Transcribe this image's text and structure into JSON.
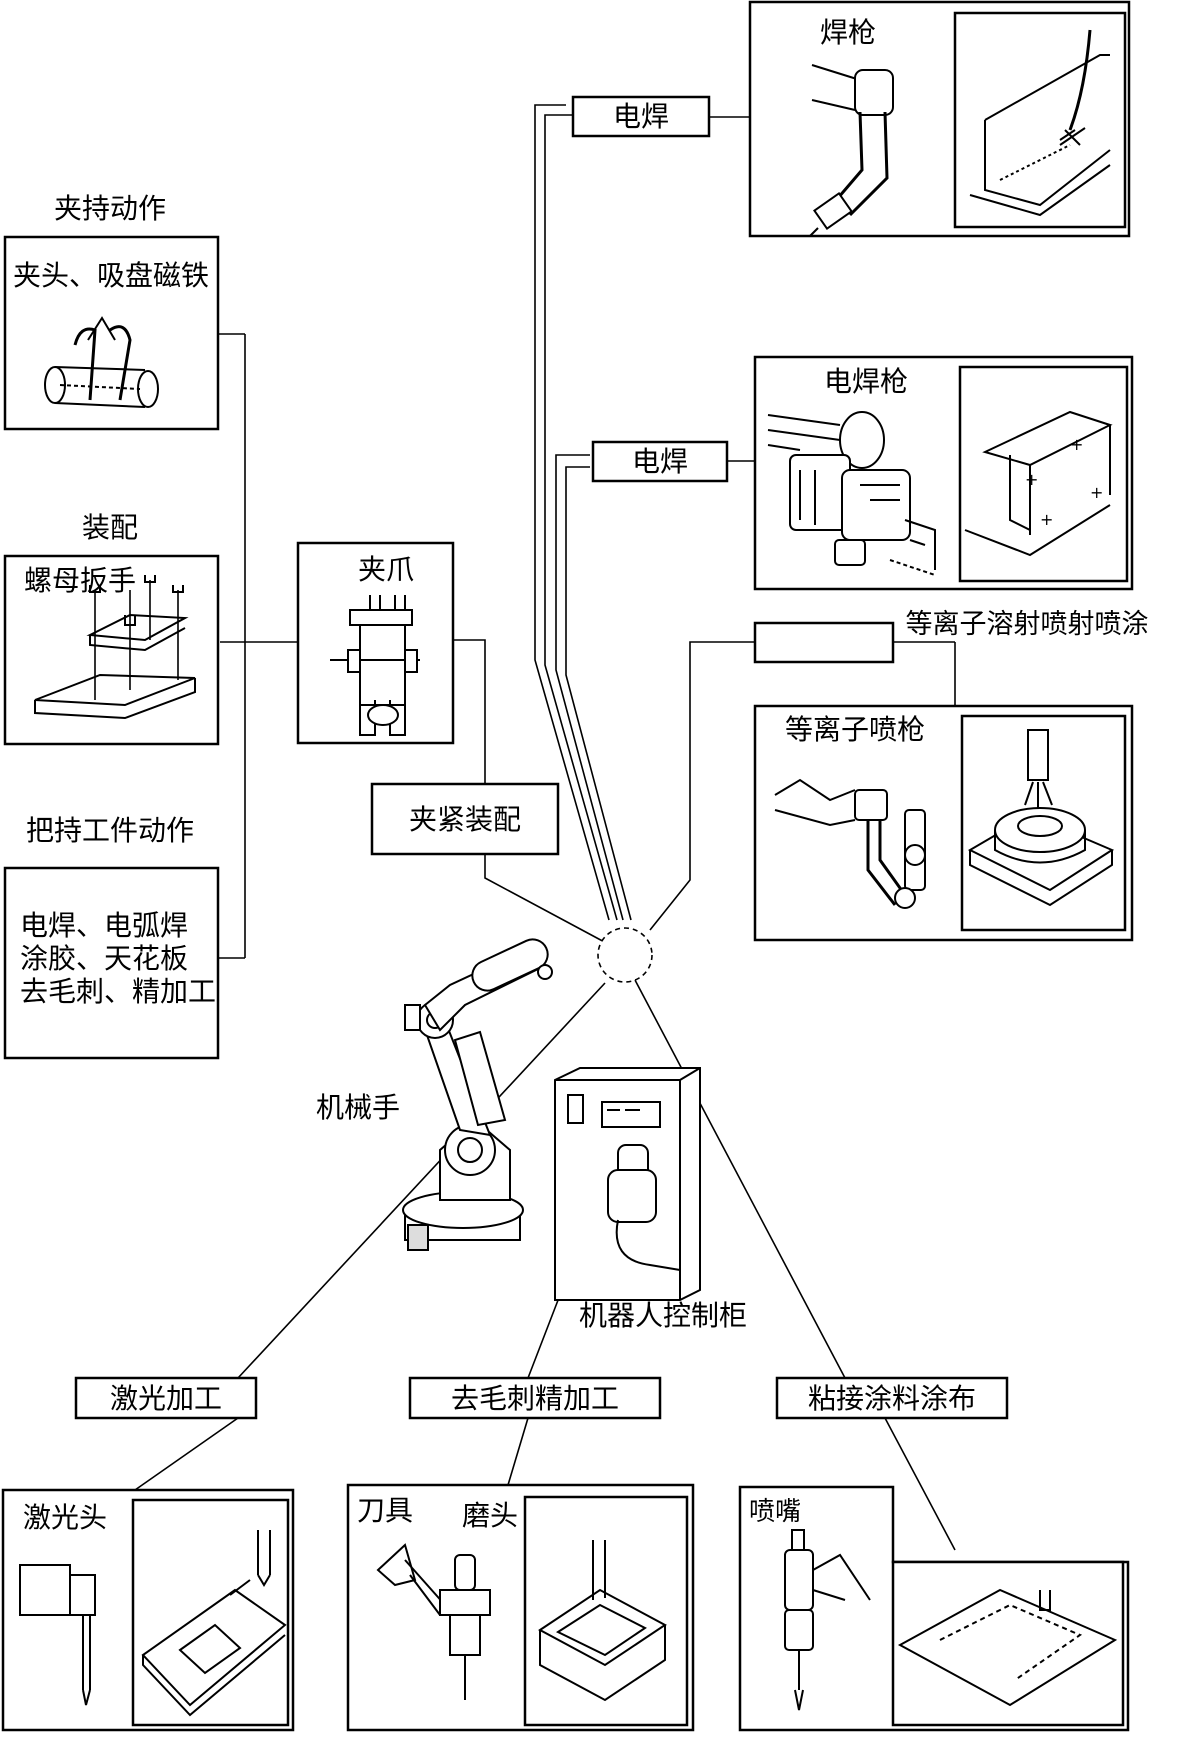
{
  "top_weld": {
    "label": "电焊",
    "tool": "焊枪"
  },
  "spot_weld": {
    "label": "电焊",
    "tool": "电焊枪"
  },
  "plasma": {
    "label": "等离子溶射喷射喷涂",
    "box_text": "",
    "tool": "等离子喷枪"
  },
  "left": {
    "grip": {
      "title": "夹持动作",
      "text": "夹头、吸盘磁铁"
    },
    "assembly": {
      "title": "装配",
      "text": "螺母扳手"
    },
    "hold": {
      "title": "把持工件动作",
      "lines": [
        "电焊、电弧焊",
        "涂胶、天花板",
        "去毛刺、精加工"
      ]
    }
  },
  "gripper": {
    "title": "夹爪",
    "label": "夹紧装配"
  },
  "robot": {
    "label": "机械手"
  },
  "cabinet": {
    "label": "机器人控制柜"
  },
  "bottom": {
    "laser": {
      "label": "激光加工",
      "tool": "激光头"
    },
    "deburr": {
      "label": "去毛刺精加工",
      "tool1": "刀具",
      "tool2": "磨头"
    },
    "glue": {
      "label": "粘接涂料涂布",
      "tool": "喷嘴"
    }
  }
}
